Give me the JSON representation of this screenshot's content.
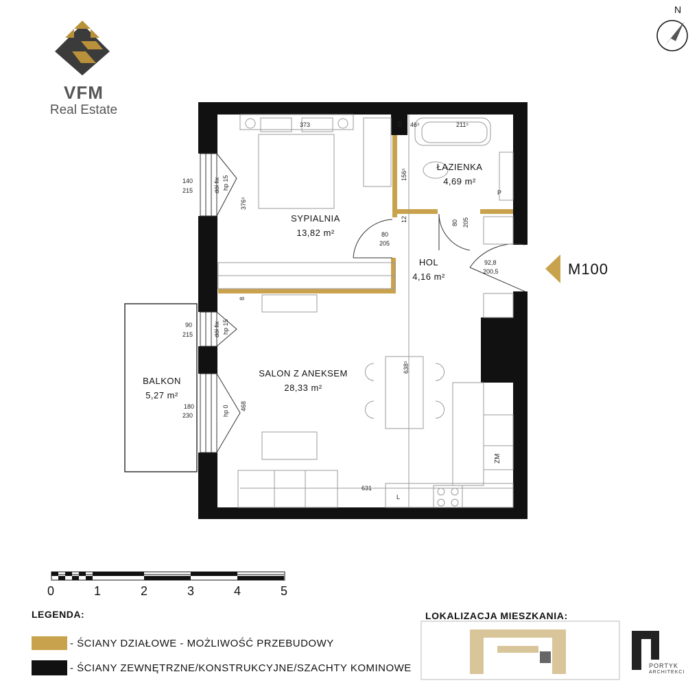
{
  "brand": {
    "name": "VFM",
    "subtitle": "Real Estate"
  },
  "compass": {
    "label": "N"
  },
  "unit": {
    "label": "M100"
  },
  "rooms": [
    {
      "name": "SYPIALNIA",
      "area": "13,82 m²"
    },
    {
      "name": "ŁAZIENKA",
      "area": "4,69 m²"
    },
    {
      "name": "HOL",
      "area": "4,16 m²"
    },
    {
      "name": "SALON Z ANEKSEM",
      "area": "28,33 m²"
    },
    {
      "name": "BALKON",
      "area": "5,27 m²"
    }
  ],
  "dimensions": {
    "bedroom_width": "373",
    "bedroom_height": "376⁵",
    "bath_niche": "46",
    "bath_width": "46⁵",
    "bathtub": "211⁵",
    "bath_height": "156⁵",
    "bath_gap": "12",
    "door_bedroom": [
      "80",
      "205"
    ],
    "door_bath": [
      "80",
      "205"
    ],
    "door_entry": [
      "92,8",
      "200,5"
    ],
    "window_bedroom": [
      "140",
      "215"
    ],
    "window_bedroom_tags": [
      "dół fix",
      "hp 15"
    ],
    "window_living1": [
      "90",
      "215"
    ],
    "window_living1_tags": [
      "dół fix",
      "hp 15"
    ],
    "window_living2": [
      "180",
      "230"
    ],
    "window_living2_tags": [
      "hp 0"
    ],
    "wall_thickness": "8",
    "living_height": "468",
    "table_length": "638⁵",
    "living_width": "631",
    "fridge": "ZM",
    "bath_fixture": "P",
    "sink_mark": "L"
  },
  "scale": {
    "labels": [
      "0",
      "1",
      "2",
      "3",
      "4",
      "5"
    ]
  },
  "legend": {
    "title": "LEGENDA:",
    "items": [
      {
        "swatch": "#c9a24d",
        "text": "- ŚCIANY DZIAŁOWE - MOŻLIWOŚĆ PRZEBUDOWY"
      },
      {
        "swatch": "#111111",
        "text": "- ŚCIANY ZEWNĘTRZNE/KONSTRUKCYJNE/SZACHTY KOMINOWE"
      }
    ]
  },
  "location": {
    "title": "LOKALIZACJA MIESZKANIA:"
  },
  "architect": {
    "name": "PORTYK",
    "sub": "ARCHITEKCI"
  },
  "colors": {
    "partition": "#c9a24d",
    "structural": "#111111",
    "logo_gold": "#b8913a",
    "logo_dark": "#3b3b3b"
  }
}
